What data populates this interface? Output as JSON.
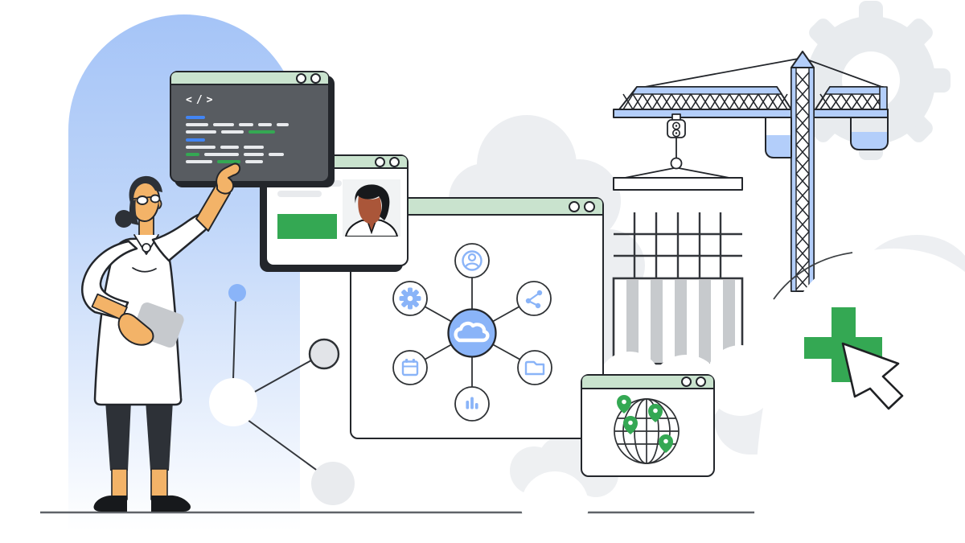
{
  "scene_label": "Cloud developer construction illustration",
  "colors": {
    "window_titlebar_green": "#c9e3ce",
    "outline_dark": "#23262b",
    "code_body_gray": "#585c61",
    "accent_blue": "#4285f4",
    "icon_blue": "#8ab4f8",
    "crane_blue": "#b3cefa",
    "action_green": "#34a853",
    "skin_tan": "#f3b368",
    "skin_brown": "#aa5639",
    "hair_dark": "#2d3137",
    "cloud_gray": "#eceef1",
    "stripe_gray": "#c7cacd",
    "ui_line_gray": "#e8eaed",
    "tablet_gray": "#c6c9cd",
    "ground_gray": "#5f6368"
  },
  "windows": {
    "code_editor": {
      "name": "code editor window",
      "window_controls": "two-dots",
      "icon": "code-tag-icon",
      "icon_text": "</>",
      "code_lines": [
        [
          [
            "blue",
            24
          ]
        ],
        [
          [
            "gray",
            28
          ],
          [
            "gray",
            26
          ],
          [
            "gray",
            18
          ],
          [
            "gray",
            17
          ],
          [
            "gray",
            15
          ]
        ],
        [
          [
            "gray",
            38
          ],
          [
            "gray",
            28
          ],
          [
            "green",
            33
          ]
        ],
        [
          [
            "blue",
            24
          ]
        ],
        [
          [
            "gray",
            37
          ],
          [
            "gray",
            23
          ],
          [
            "gray",
            25
          ]
        ],
        [
          [
            "green",
            17
          ],
          [
            "gray",
            43
          ],
          [
            "gray",
            25
          ],
          [
            "gray",
            19
          ]
        ],
        [
          [
            "gray",
            33
          ],
          [
            "green",
            29
          ],
          [
            "gray",
            22
          ]
        ]
      ]
    },
    "profile_card": {
      "name": "profile window",
      "window_controls": "two-dots",
      "elements": [
        "text-line",
        "text-line",
        "green-button",
        "avatar-photo"
      ]
    },
    "cloud_network": {
      "name": "cloud services network window",
      "window_controls": "two-dots",
      "hub_icon": "cloud-icon",
      "node_icons": [
        "account-icon",
        "share-icon",
        "folder-icon",
        "bar-chart-icon",
        "calendar-icon",
        "settings-gear-icon"
      ]
    },
    "world_map": {
      "name": "map window",
      "window_controls": "two-dots",
      "globe_icon": "globe-icon",
      "pin_icon": "location-pin-icon",
      "pin_count": 4
    }
  },
  "illustration": {
    "figures": [
      "scientist-woman-pointing",
      "profile-avatar-man"
    ],
    "objects": [
      "blue-arch",
      "gear-background",
      "clouds",
      "tower-crane",
      "lifted-slab",
      "building-under-construction",
      "network-molecule",
      "green-plus",
      "mouse-cursor",
      "ground-line",
      "tablet"
    ]
  }
}
